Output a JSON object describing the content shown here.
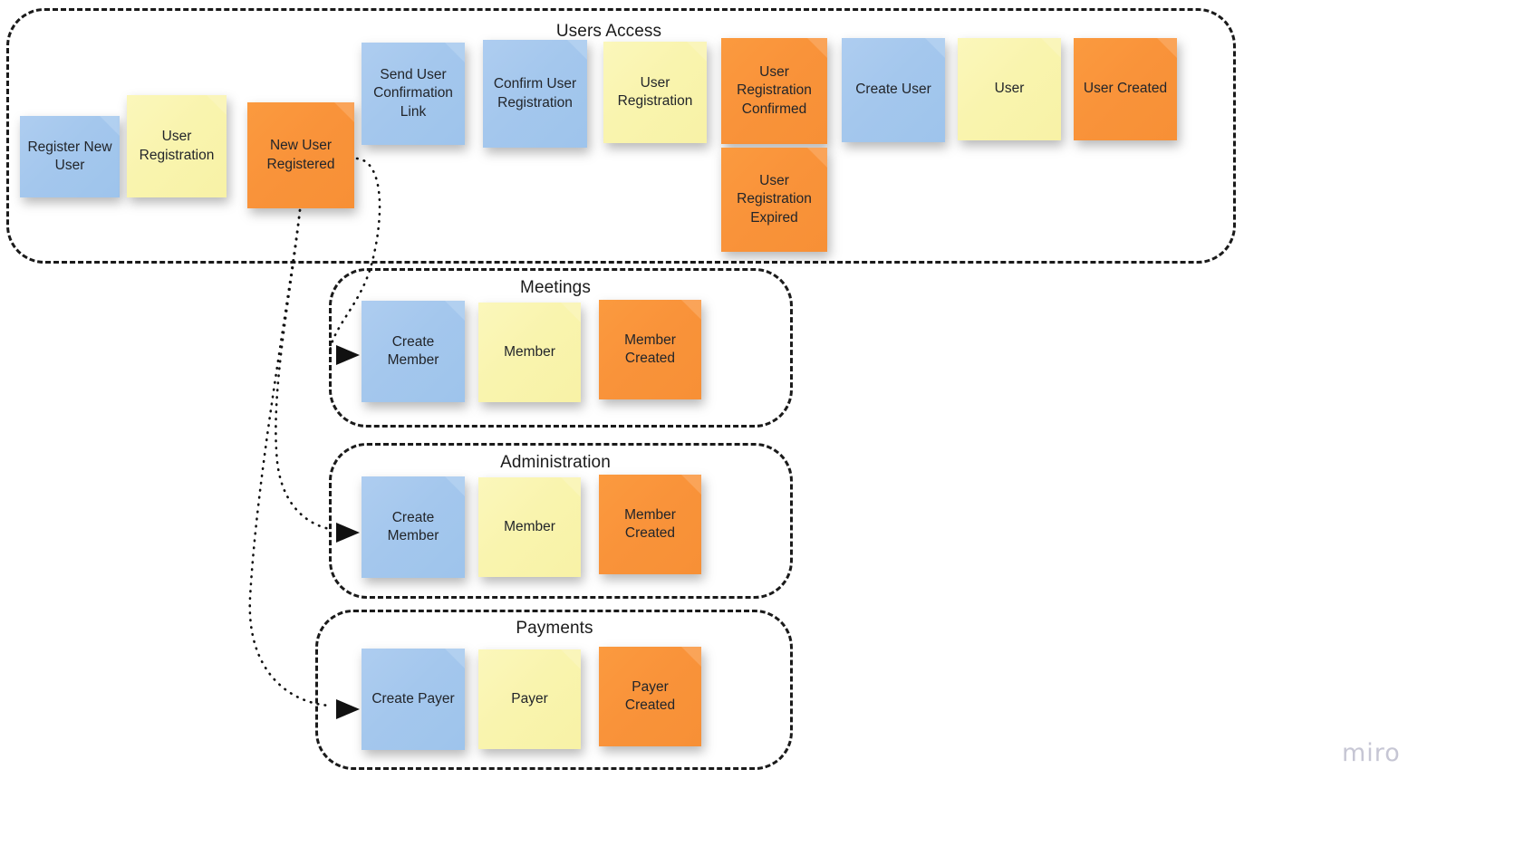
{
  "board": {
    "watermark": "miro"
  },
  "groups": [
    {
      "id": "users-access",
      "title": "Users Access",
      "notes": [
        {
          "label": "Register New\nUser",
          "color": "blue"
        },
        {
          "label": "User\nRegistration",
          "color": "yellow"
        },
        {
          "label": "New User\nRegistered",
          "color": "orange"
        },
        {
          "label": "Send User\nConfirmation\nLink",
          "color": "blue"
        },
        {
          "label": "Confirm User\nRegistration",
          "color": "blue"
        },
        {
          "label": "User\nRegistration",
          "color": "yellow"
        },
        {
          "label": "User\nRegistration\nConfirmed",
          "color": "orange"
        },
        {
          "label": "User\nRegistration\nExpired",
          "color": "orange"
        },
        {
          "label": "Create User",
          "color": "blue"
        },
        {
          "label": "User",
          "color": "yellow"
        },
        {
          "label": "User Created",
          "color": "orange"
        }
      ]
    },
    {
      "id": "meetings",
      "title": "Meetings",
      "notes": [
        {
          "label": "Create\nMember",
          "color": "blue"
        },
        {
          "label": "Member",
          "color": "yellow"
        },
        {
          "label": "Member\nCreated",
          "color": "orange"
        }
      ]
    },
    {
      "id": "administration",
      "title": "Administration",
      "notes": [
        {
          "label": "Create\nMember",
          "color": "blue"
        },
        {
          "label": "Member",
          "color": "yellow"
        },
        {
          "label": "Member\nCreated",
          "color": "orange"
        }
      ]
    },
    {
      "id": "payments",
      "title": "Payments",
      "notes": [
        {
          "label": "Create Payer",
          "color": "blue"
        },
        {
          "label": "Payer",
          "color": "yellow"
        },
        {
          "label": "Payer\nCreated",
          "color": "orange"
        }
      ]
    }
  ],
  "connections": [
    {
      "from": "New User Registered",
      "to": "Meetings / Create Member"
    },
    {
      "from": "New User Registered",
      "to": "Administration / Create Member"
    },
    {
      "from": "New User Registered",
      "to": "Payments / Create Payer"
    }
  ],
  "colors": {
    "command_blue": "#a4c7ed",
    "aggregate_yellow": "#f9f4ae",
    "event_orange": "#f9933a",
    "group_border": "#1a1a1a",
    "text": "#22252a",
    "watermark": "#c6c6d4"
  }
}
